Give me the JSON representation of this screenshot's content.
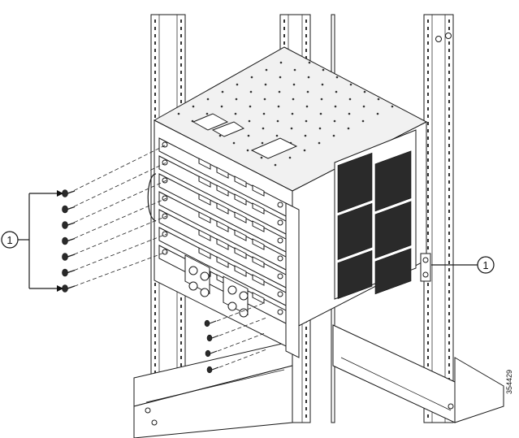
{
  "callouts": {
    "left": "1",
    "right": "1"
  },
  "figure_id": "354429",
  "icons": {
    "screw": "screw-icon",
    "rack": "equipment-rack",
    "chassis": "switch-chassis"
  },
  "colors": {
    "line": "#1a1a1a",
    "fill": "#ffffff",
    "shade": "#f1f1f1",
    "grille": "#2a2a2a"
  }
}
